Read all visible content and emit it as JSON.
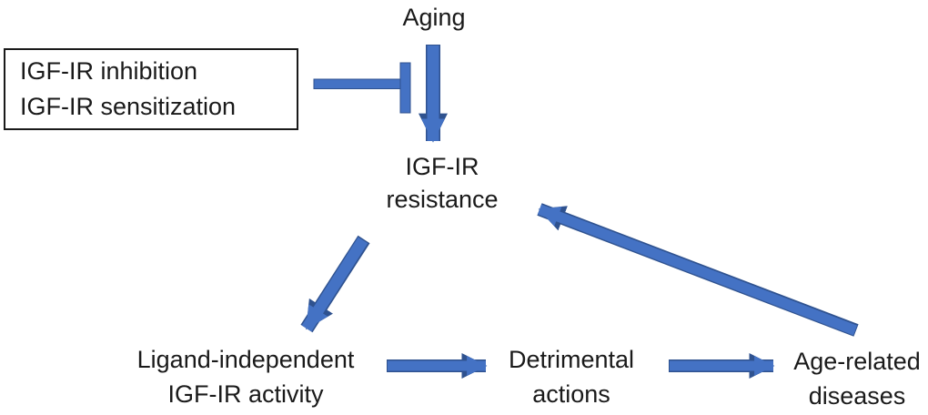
{
  "figure": {
    "description": "Cycle diagram linking aging, IGF-IR resistance, ligand-independent IGF-IR activity, detrimental actions and age-related diseases, with an inhibition input box"
  },
  "colors": {
    "arrow_fill": "#4472C4",
    "arrow_outline": "#2F528F",
    "text_color": "#1a1a1a",
    "box_border": "#1a1a1a",
    "background": "#ffffff"
  },
  "nodes": {
    "aging": {
      "label": "Aging"
    },
    "inhibition_box": {
      "line1": "IGF-IR inhibition",
      "line2": "IGF-IR sensitization"
    },
    "resistance": {
      "line1": "IGF-IR",
      "line2": "resistance"
    },
    "ligand": {
      "line1": "Ligand-independent",
      "line2": "IGF-IR activity"
    },
    "detrimental": {
      "line1": "Detrimental",
      "line2": "actions"
    },
    "age_related": {
      "line1": "Age-related",
      "line2": "diseases"
    }
  },
  "edges": [
    {
      "from": "Aging",
      "to": "IGF-IR resistance",
      "type": "arrow"
    },
    {
      "from": "IGF-IR inhibition / IGF-IR sensitization",
      "to": "Aging to IGF-IR resistance arrow",
      "type": "inhibition"
    },
    {
      "from": "IGF-IR resistance",
      "to": "Ligand-independent IGF-IR activity",
      "type": "arrow"
    },
    {
      "from": "Ligand-independent IGF-IR activity",
      "to": "Detrimental actions",
      "type": "arrow"
    },
    {
      "from": "Detrimental actions",
      "to": "Age-related diseases",
      "type": "arrow"
    },
    {
      "from": "Age-related diseases",
      "to": "IGF-IR resistance",
      "type": "arrow"
    }
  ]
}
